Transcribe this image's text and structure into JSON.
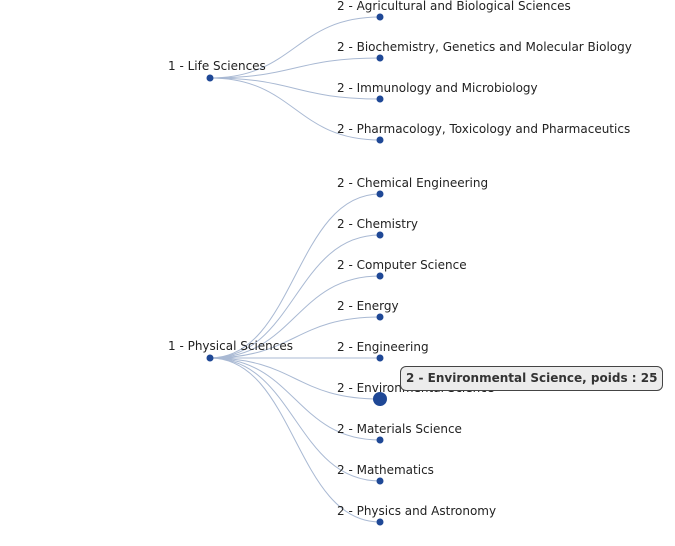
{
  "tree": {
    "groups": [
      {
        "label": "1 - Life Sciences",
        "children": [
          "2 - Agricultural and Biological Sciences",
          "2 - Biochemistry, Genetics and Molecular Biology",
          "2 - Immunology and Microbiology",
          "2 - Pharmacology, Toxicology and Pharmaceutics"
        ]
      },
      {
        "label": "1 - Physical Sciences",
        "children": [
          "2 - Chemical Engineering",
          "2 - Chemistry",
          "2 - Computer Science",
          "2 - Energy",
          "2 - Engineering",
          "2 - Environmental Science",
          "2 - Materials Science",
          "2 - Mathematics",
          "2 - Physics and Astronomy"
        ]
      }
    ],
    "highlighted": "2 - Environmental Science"
  },
  "tooltip": {
    "text": "2 - Environmental Science, poids : 25"
  },
  "colors": {
    "node": "#1f4896",
    "link": "#a9b9d3",
    "tooltip_bg": "#ececec"
  }
}
